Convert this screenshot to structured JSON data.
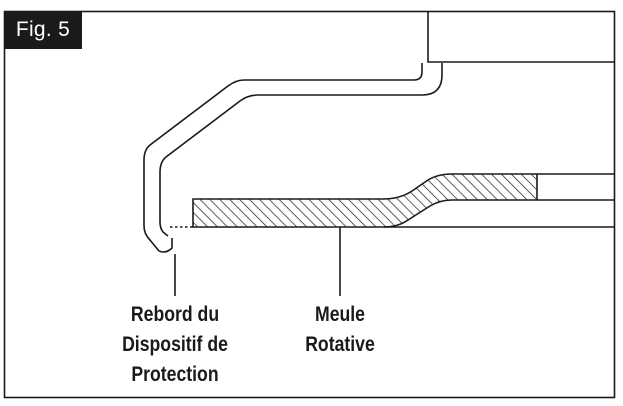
{
  "figure": {
    "tag": "Fig. 5"
  },
  "labels": {
    "guard_flange": [
      "Rebord du",
      "Dispositif de",
      "Protection"
    ],
    "grinding_wheel": [
      "Meule",
      "Rotative"
    ]
  },
  "colors": {
    "ink": "#1a1a1a",
    "background": "#ffffff"
  }
}
